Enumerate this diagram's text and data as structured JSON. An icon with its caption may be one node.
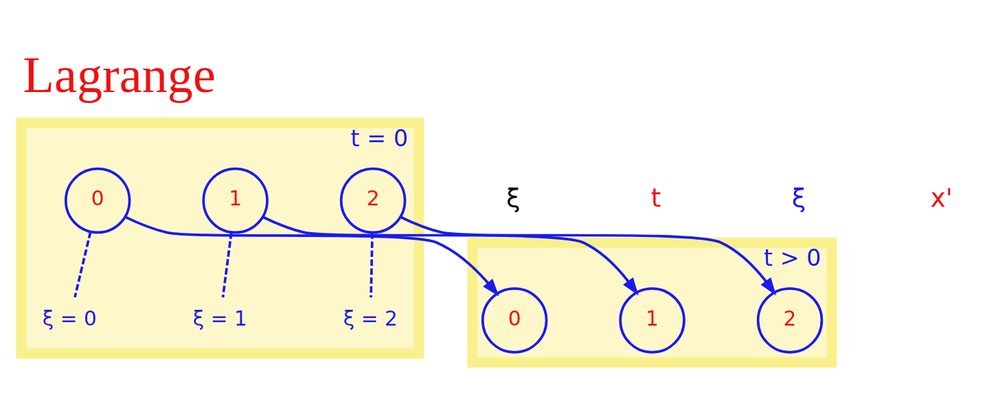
{
  "diagram": {
    "title": "Lagrange",
    "nodes": [
      {
        "text": [
          "t = 0"
        ]
      },
      {
        "text": [
          "0"
        ],
        "in": 0
      },
      {
        "text": [
          "1"
        ],
        "in": 0
      },
      {
        "text": [
          "2"
        ],
        "in": 0
      },
      {
        "text": [
          "ξ = 0"
        ],
        "in": 0
      },
      {
        "text": [
          "ξ = 1"
        ],
        "in": 0
      },
      {
        "text": [
          "ξ = 2"
        ],
        "in": 0
      },
      {
        "text": [
          "t > 0"
        ]
      },
      {
        "text": [
          "0"
        ],
        "in": 7
      },
      {
        "text": [
          "1"
        ],
        "in": 7
      },
      {
        "text": [
          "2"
        ],
        "in": 7
      }
    ],
    "edges": [
      {
        "from": 1,
        "to": 4,
        "arrow": "none",
        "style": "dashed"
      },
      {
        "from": 2,
        "to": 5,
        "arrow": "none",
        "style": "dashed"
      },
      {
        "from": 3,
        "to": 6,
        "arrow": "none",
        "style": "dashed"
      },
      {
        "from": 1,
        "to": 8,
        "arrow": "to"
      },
      {
        "from": 2,
        "to": 9,
        "arrow": "to"
      },
      {
        "from": 3,
        "to": 10,
        "arrow": "to"
      }
    ],
    "labels": [
      "ξ",
      "t",
      "ξ",
      "x'"
    ]
  }
}
